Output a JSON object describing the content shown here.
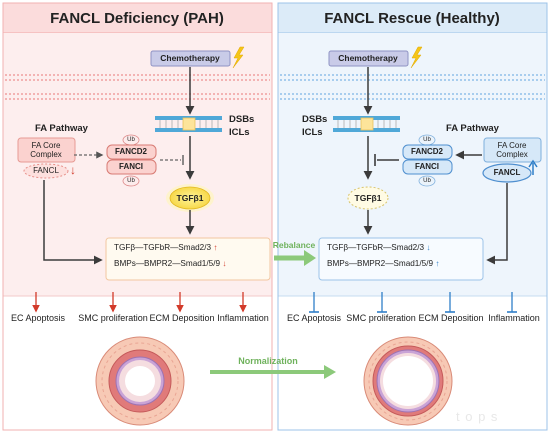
{
  "left_panel": {
    "title": "FANCL Deficiency (PAH)",
    "fa_pathway": "FA Pathway",
    "fa_core_complex": [
      "FA Core",
      "Complex"
    ],
    "fancl": "FANCL",
    "ub": "Ub",
    "fancd2": "FANCD2",
    "fanci": "FANCI",
    "tgfb1": "TGFβ1",
    "signaling_line1": "TGFβ—TGFbR—Smad2/3",
    "signaling_line2": "BMPs—BMPR2—Smad1/5/9",
    "arrow_up": "↑",
    "arrow_down": "↓",
    "outcomes": [
      "EC Apoptosis",
      "SMC proliferation",
      "ECM Deposition",
      "Inflammation"
    ]
  },
  "right_panel": {
    "title": "FANCL Rescue (Healthy)",
    "fa_pathway": "FA Pathway",
    "fa_core_complex": [
      "FA Core",
      "Complex"
    ],
    "fancl": "FANCL",
    "ub": "Ub",
    "fancd2": "FANCD2",
    "fanci": "FANCI",
    "tgfb1": "TGFβ1",
    "signaling_line1": "TGFβ—TGFbR—Smad2/3",
    "signaling_line2": "BMPs—BMPR2—Smad1/5/9",
    "arrow_up": "↑",
    "arrow_down": "↓",
    "outcomes": [
      "EC Apoptosis",
      "SMC proliferation",
      "ECM Deposition",
      "Inflammation"
    ]
  },
  "shared": {
    "chemotherapy": "Chemotherapy",
    "dsbs": "DSBs",
    "icls": "ICLs",
    "rebalance": "Rebalance",
    "normalization": "Normalization",
    "lightning_icon": "lightning-bolt-icon"
  },
  "colors": {
    "pah_header_bg": "#fbdcdc",
    "pah_panel_bg": "#fdeeee",
    "healthy_header_bg": "#dcebf8",
    "healthy_panel_bg": "#eef5fc",
    "pah_title": "#d7473a",
    "healthy_title": "#2f74c2",
    "tgfb1_fill": "#fbe86a",
    "rebalance_green": "#7fbf6a",
    "red_arrow": "#d23a2a",
    "blue_arrow": "#2f7fc8"
  },
  "watermark": "t o p s"
}
